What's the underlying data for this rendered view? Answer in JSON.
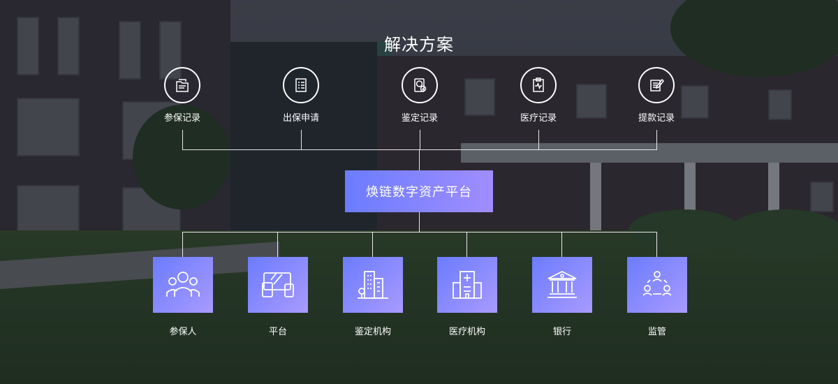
{
  "title": "解决方案",
  "top_items": [
    {
      "label": "参保记录",
      "icon": "folder-icon"
    },
    {
      "label": "出保申请",
      "icon": "document-checklist-icon"
    },
    {
      "label": "鉴定记录",
      "icon": "passport-check-icon"
    },
    {
      "label": "医疗记录",
      "icon": "clipboard-medical-icon"
    },
    {
      "label": "提款记录",
      "icon": "notepad-pen-icon"
    }
  ],
  "center_label": "焕链数字资产平台",
  "bottom_items": [
    {
      "label": "参保人",
      "icon": "people-group-icon"
    },
    {
      "label": "平台",
      "icon": "devices-icon"
    },
    {
      "label": "鉴定机构",
      "icon": "office-building-icon"
    },
    {
      "label": "医疗机构",
      "icon": "hospital-icon"
    },
    {
      "label": "银行",
      "icon": "bank-icon"
    },
    {
      "label": "监管",
      "icon": "user-cycle-icon"
    }
  ],
  "colors": {
    "accent_start": "#6b7cff",
    "accent_end": "#a99aff"
  }
}
